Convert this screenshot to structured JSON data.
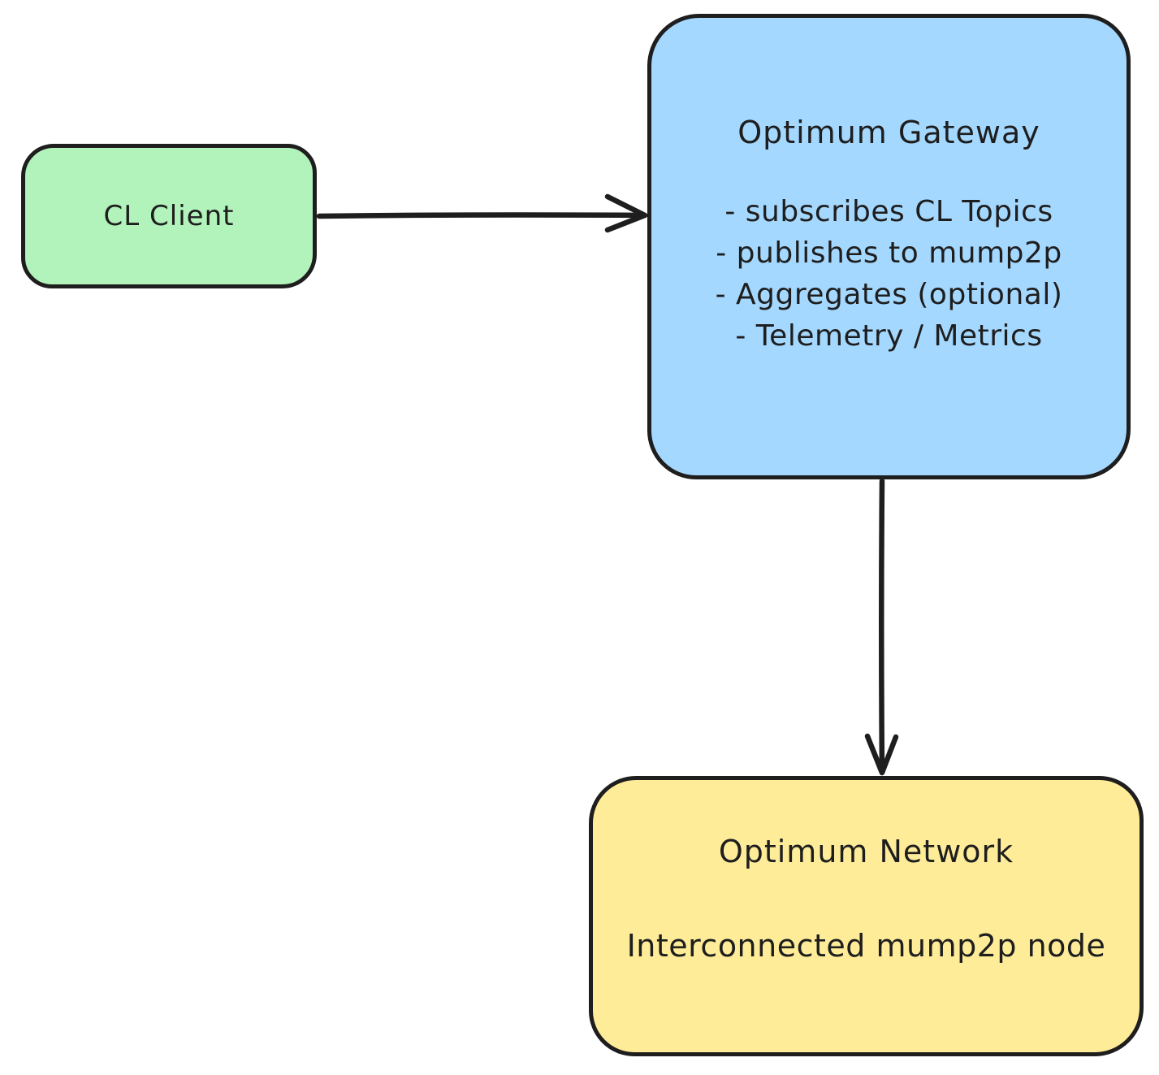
{
  "canvas": {
    "background": "#ffffff",
    "stroke_color": "#1e1e1e"
  },
  "nodes": {
    "cl_client": {
      "label": "CL Client",
      "fill": "#b2f2bb"
    },
    "optimum_gateway": {
      "title": "Optimum Gateway",
      "items": [
        "- subscribes CL Topics",
        "- publishes to mump2p",
        "- Aggregates (optional)",
        "- Telemetry / Metrics"
      ],
      "fill": "#a5d8ff"
    },
    "optimum_network": {
      "title": "Optimum Network",
      "subtitle": "Interconnected mump2p node",
      "fill": "#ffec99"
    }
  },
  "edges": {
    "client_to_gateway": {
      "from": "CL Client",
      "to": "Optimum Gateway"
    },
    "gateway_to_network": {
      "from": "Optimum Gateway",
      "to": "Optimum Network"
    }
  }
}
